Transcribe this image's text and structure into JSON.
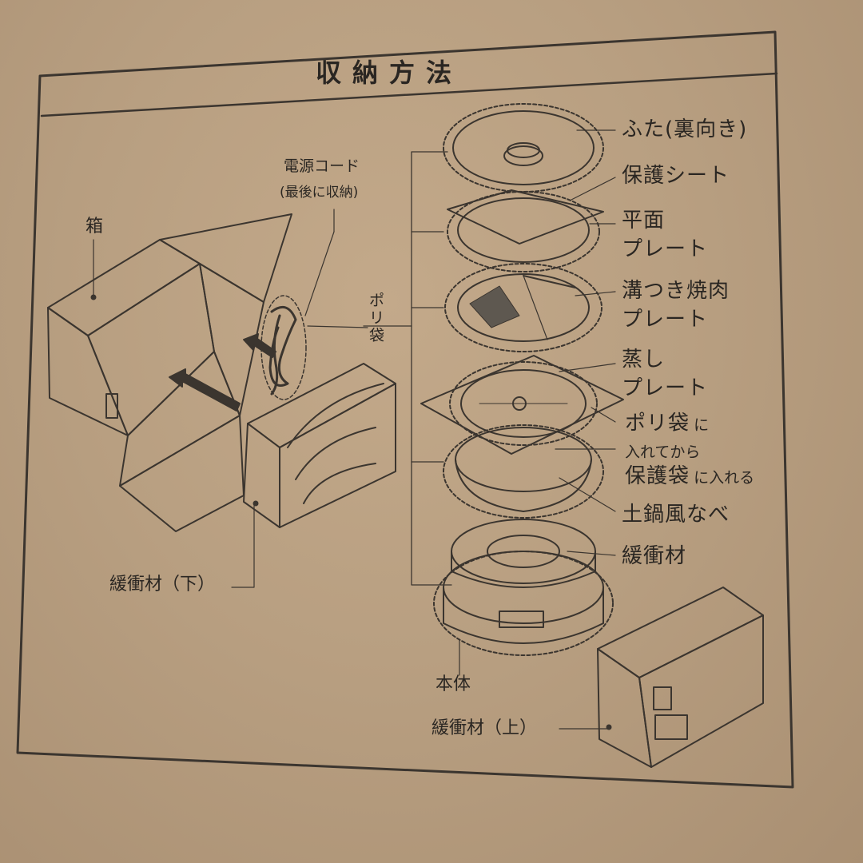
{
  "title": "収納方法",
  "labels": {
    "box": "箱",
    "cord_line1": "電源コード",
    "cord_line2": "(最後に収納)",
    "poly_bag_left": "ポリ袋",
    "cushion_bottom": "緩衝材（下）",
    "lid": "ふた(裏向き)",
    "protective_sheet": "保護シート",
    "flat_plate_line1": "平面",
    "flat_plate_line2": "プレート",
    "grooved_plate_line1": "溝つき焼肉",
    "grooved_plate_line2": "プレート",
    "steam_plate_line1": "蒸し",
    "steam_plate_line2": "プレート",
    "bag_note_a": "ポリ袋",
    "bag_note_b": "に",
    "bag_note_line2": "入れてから",
    "bag_note_c": "保護袋",
    "bag_note_d": "に入れる",
    "donabe_pot": "土鍋風なべ",
    "cushion": "緩衝材",
    "main_body": "本体",
    "cushion_top": "緩衝材（上）"
  }
}
